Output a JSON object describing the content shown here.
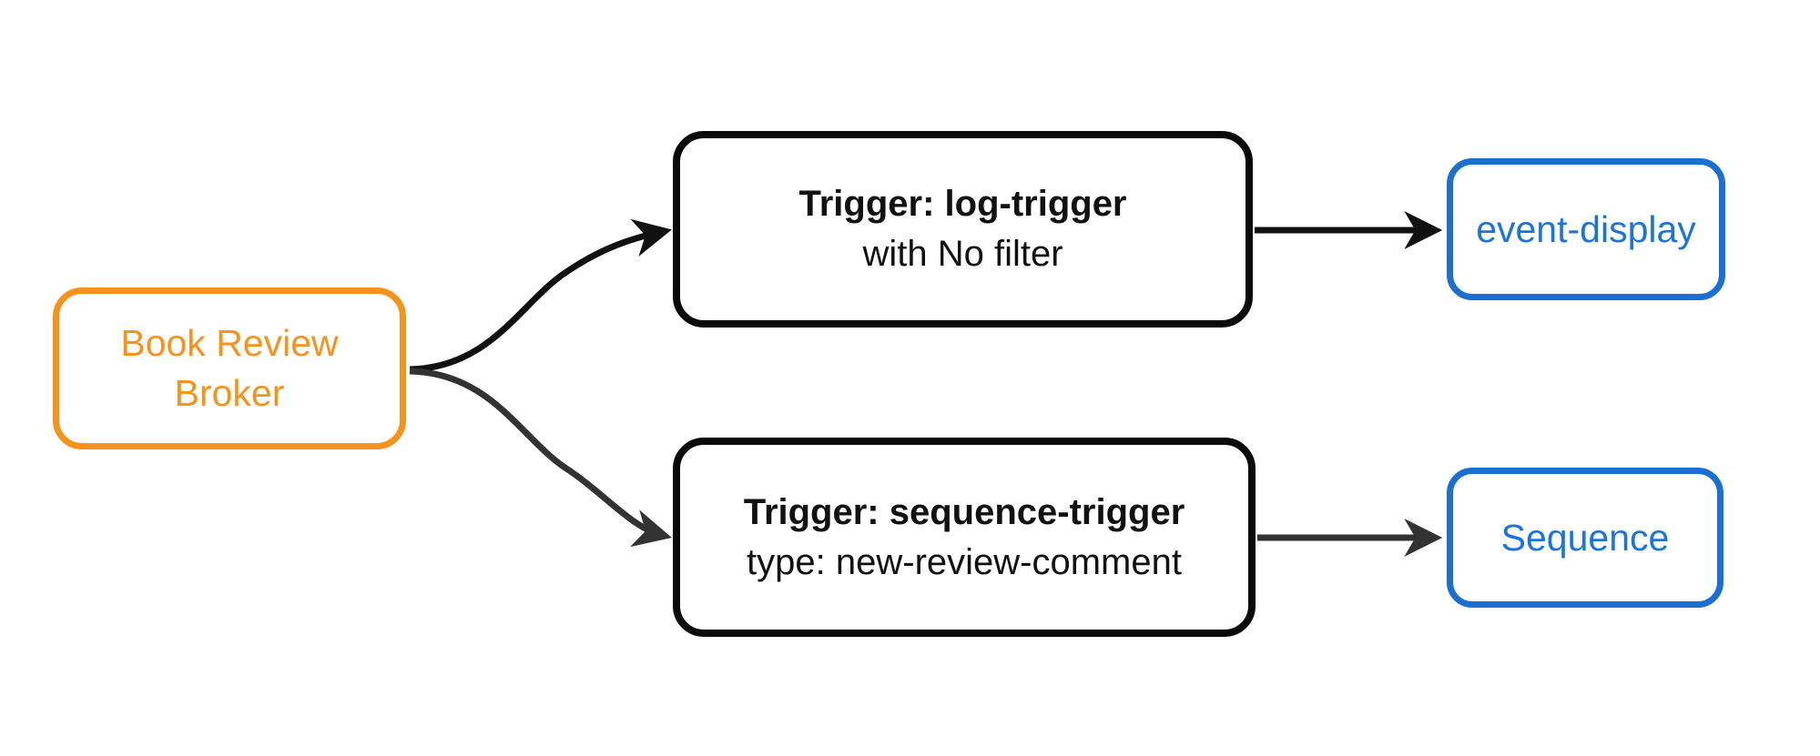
{
  "diagram": {
    "type": "flowchart",
    "background": "#ffffff",
    "colors": {
      "broker_orange": "#F6921E",
      "trigger_border_black": "#0a0a0a",
      "target_blue": "#1A6FD0",
      "edge_black": "#111111",
      "edge_gray": "#333333"
    },
    "nodes": {
      "broker": {
        "lines": [
          "Book Review",
          "Broker"
        ]
      },
      "trigger_log": {
        "title": "Trigger: log-trigger",
        "subtitle": "with No filter"
      },
      "trigger_sequence": {
        "title": "Trigger: sequence-trigger",
        "subtitle": "type: new-review-comment"
      },
      "event_display": {
        "label": "event-display"
      },
      "sequence": {
        "label": "Sequence"
      }
    },
    "edges": [
      {
        "from": "broker",
        "to": "trigger_log",
        "style": "curved",
        "color": "#111111"
      },
      {
        "from": "broker",
        "to": "trigger_sequence",
        "style": "curved",
        "color": "#333333"
      },
      {
        "from": "trigger_log",
        "to": "event_display",
        "style": "straight",
        "color": "#111111"
      },
      {
        "from": "trigger_sequence",
        "to": "sequence",
        "style": "straight",
        "color": "#333333"
      }
    ]
  }
}
